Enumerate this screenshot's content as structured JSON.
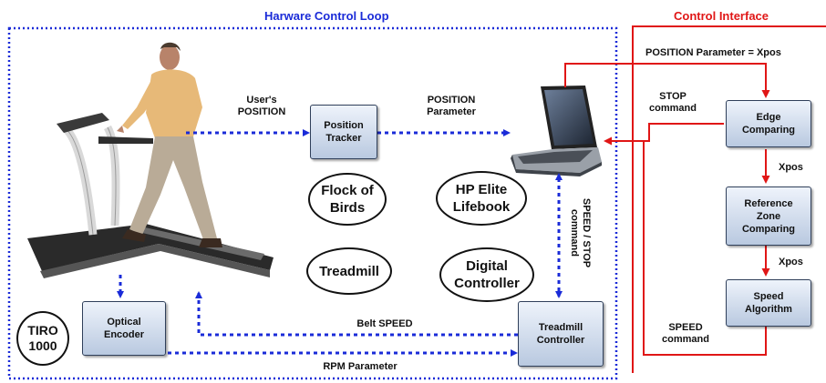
{
  "titles": {
    "hardware_loop": "Harware Control Loop",
    "control_interface": "Control Interface"
  },
  "blocks": {
    "position_tracker": "Position\nTracker",
    "optical_encoder": "Optical\nEncoder",
    "treadmill_controller": "Treadmill\nController",
    "edge_comparing": "Edge\nComparing",
    "reference_zone_comparing": "Reference\nZone\nComparing",
    "speed_algorithm": "Speed\nAlgorithm"
  },
  "ellipses": {
    "flock_of_birds": "Flock of\nBirds",
    "hp_elite_lifebook": "HP Elite\nLifebook",
    "treadmill": "Treadmill",
    "digital_controller": "Digital\nController",
    "tiro_1000": "TIRO\n1000"
  },
  "signals": {
    "users_position": "User's\nPOSITION",
    "position_parameter": "POSITION\nParameter",
    "speed_stop_command": "SPEED / STOP\ncommand",
    "belt_speed": "Belt SPEED",
    "rpm_parameter": "RPM Parameter",
    "position_parameter_xpos": "POSITION Parameter = Xpos",
    "stop_command": "STOP\ncommand",
    "xpos_1": "Xpos",
    "xpos_2": "Xpos",
    "speed_command": "SPEED\ncommand"
  },
  "colors": {
    "hardware_accent": "#1a2bd8",
    "control_accent": "#e01616",
    "block_fill_top": "#eef3fb",
    "block_fill_bottom": "#b9c9e0"
  },
  "images": {
    "walker_on_treadmill": "treadmill-walker-photo",
    "laptop": "laptop-icon"
  }
}
